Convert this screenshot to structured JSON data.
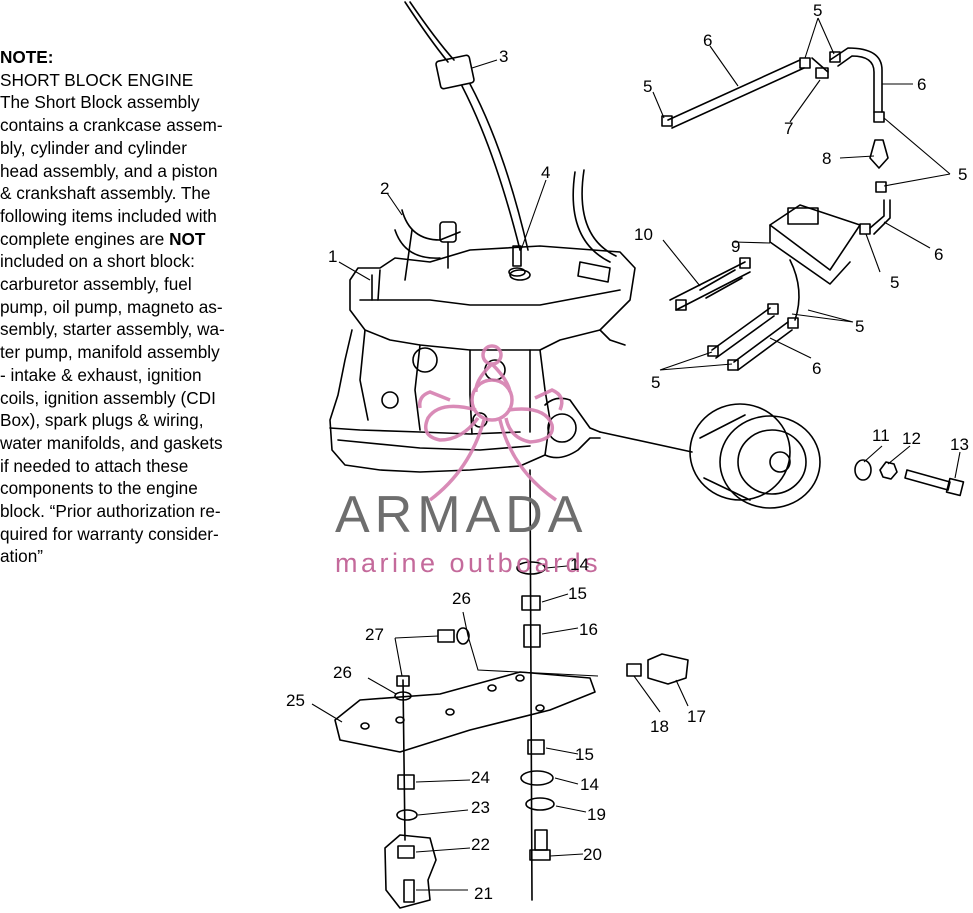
{
  "note": {
    "heading": "NOTE:",
    "lines": [
      "SHORT BLOCK ENGINE",
      "The Short Block assembly",
      "contains a crankcase assem-",
      "bly, cylinder and cylinder",
      "head assembly, and a piston",
      "& crankshaft assembly.  The",
      "following items included with",
      "complete engines are ",
      "included on a short block:",
      "carburetor assembly, fuel",
      "pump, oil pump, magneto as-",
      "sembly, starter assembly, wa-",
      "ter pump, manifold assembly",
      "- intake & exhaust, ignition",
      "coils, ignition assembly (CDI",
      "Box), spark plugs & wiring,",
      "water manifolds, and gaskets",
      "if needed to attach these",
      "components to the engine",
      "block. “Prior authorization re-",
      "quired for warranty consider-",
      "ation”"
    ],
    "emphasis": "NOT"
  },
  "watermark": {
    "brand": "ARMADA",
    "tagline": "marine outboards",
    "colors": {
      "brand": "#6e6e6e",
      "accent": "#d57fb0"
    }
  },
  "callouts": {
    "c1": "1",
    "c2": "2",
    "c3": "3",
    "c4": "4",
    "c5a": "5",
    "c5b": "5",
    "c5c": "5",
    "c5d": "5",
    "c5e": "5",
    "c5f": "5",
    "c6a": "6",
    "c6b": "6",
    "c6c": "6",
    "c6d": "6",
    "c7": "7",
    "c8": "8",
    "c9": "9",
    "c10": "10",
    "c11": "11",
    "c12": "12",
    "c13": "13",
    "c14a": "14",
    "c14b": "14",
    "c15a": "15",
    "c15b": "15",
    "c16": "16",
    "c17": "17",
    "c18": "18",
    "c19": "19",
    "c20": "20",
    "c21": "21",
    "c22": "22",
    "c23": "23",
    "c24": "24",
    "c25": "25",
    "c26a": "26",
    "c26b": "26",
    "c27": "27"
  }
}
